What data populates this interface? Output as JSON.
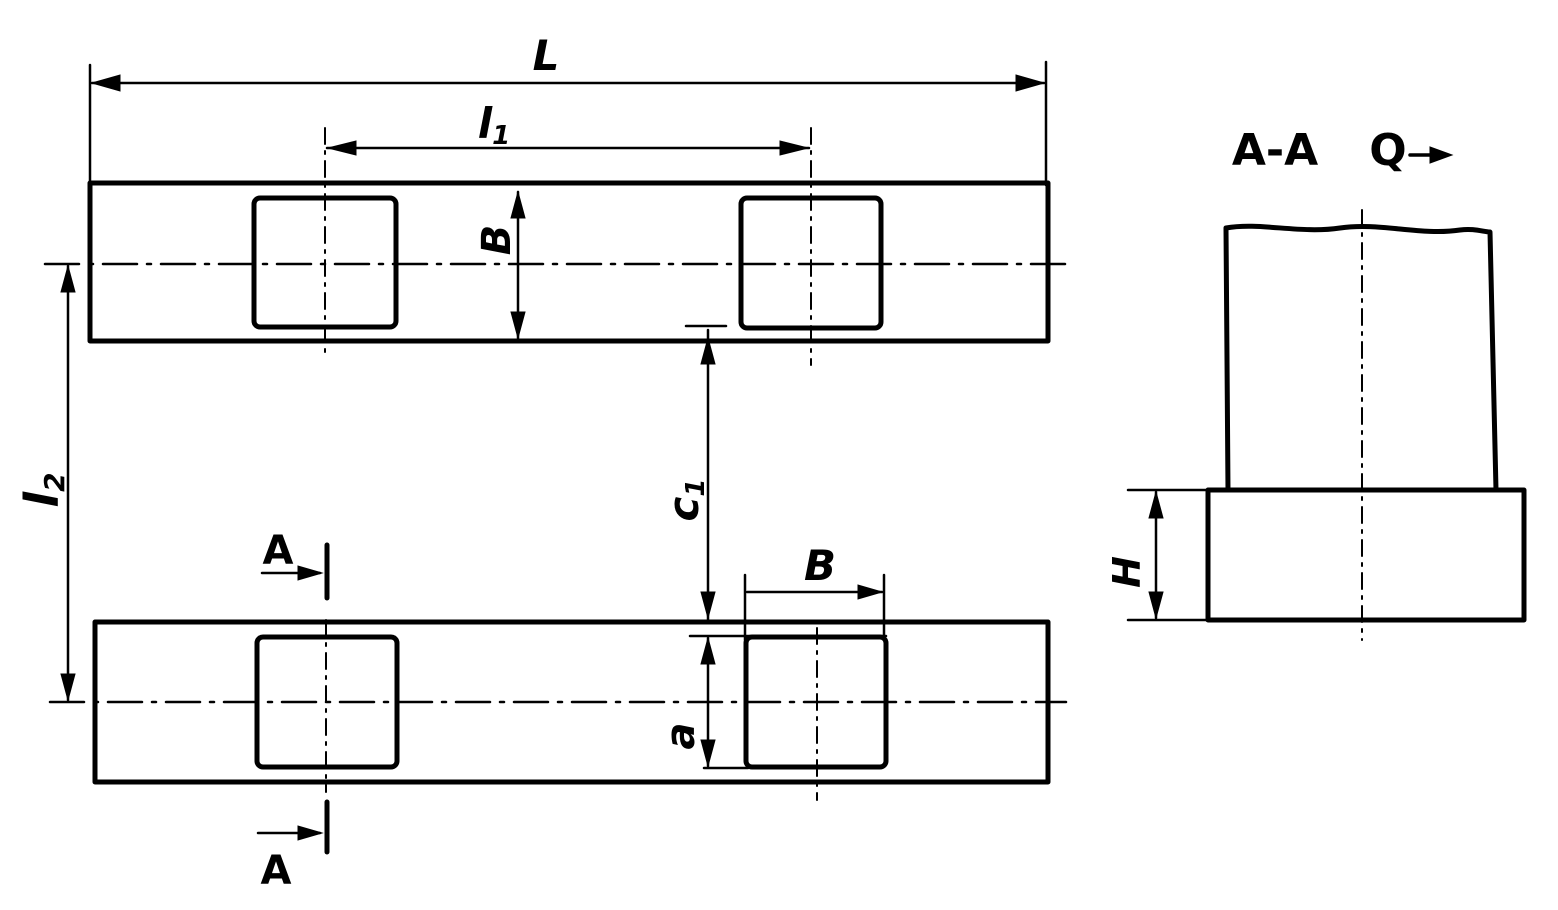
{
  "labels": {
    "L": "L",
    "l1": "l",
    "l1_sub": "1",
    "l2": "l",
    "l2_sub": "2",
    "c1": "c",
    "c1_sub": "1",
    "B_top": "B",
    "B_bottom": "B",
    "a": "a",
    "H": "H",
    "A_top": "A",
    "A_bottom": "A",
    "section_title": "A-A",
    "section_force": "Q"
  }
}
